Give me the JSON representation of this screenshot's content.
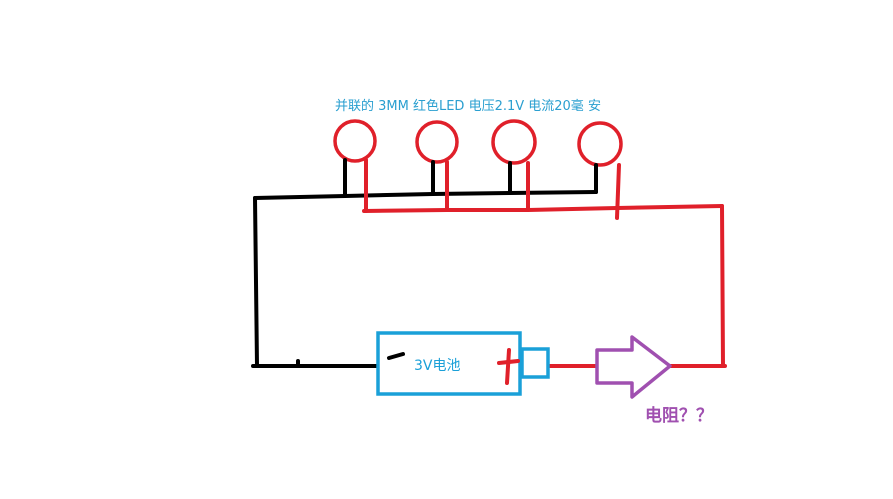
{
  "title_text": "并联的 3MM 红色LED 电压2.1V 电流20毫 安",
  "battery_label": "3V电池",
  "battery_minus": "-",
  "battery_plus": "+",
  "resistor_label": "电阻？？",
  "colors": {
    "background": "#ffffff",
    "wire_negative": "#000000",
    "wire_positive": "#e0202a",
    "battery": "#1aa0d8",
    "resistor": "#a050b0",
    "title": "#2a9fd0",
    "resistor_text": "#a050b0"
  },
  "led_count": 4
}
